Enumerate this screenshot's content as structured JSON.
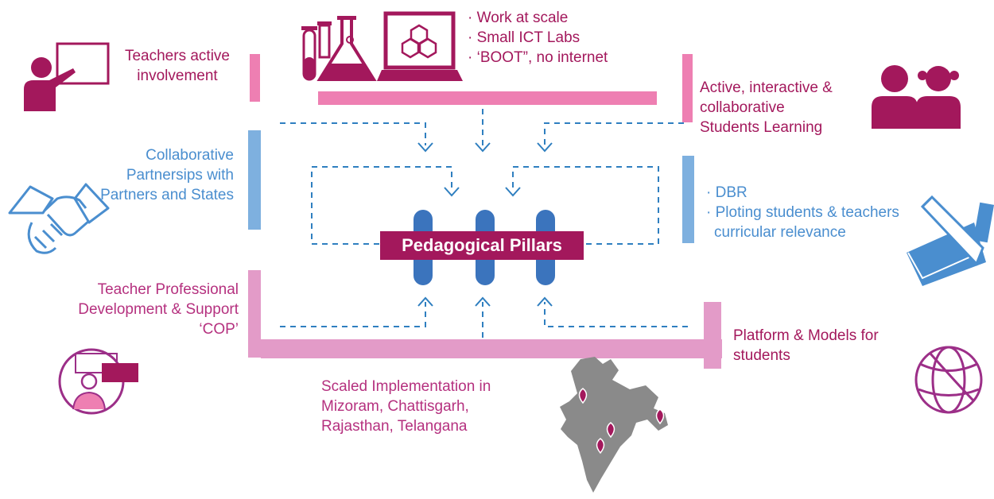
{
  "title": "Pedagogical Pillars",
  "colors": {
    "magenta": "#a3185c",
    "pink_bar": "#ee7fb2",
    "light_pink_bar": "#e39bc8",
    "blue": "#4a8ecf",
    "light_blue_bar": "#7eb0df",
    "pillar_blue": "#3b74bd",
    "dash_blue": "#2f7fc0",
    "purple": "#9c2f88"
  },
  "labels": {
    "teachers_involvement": [
      "Teachers active",
      "involvement"
    ],
    "ict_bullets": [
      "· Work at scale",
      "· Small ICT Labs",
      "· ‘BOOT”, no internet"
    ],
    "students_learning": [
      "Active, interactive &",
      "collaborative",
      "Students Learning"
    ],
    "partnerships": [
      "Collaborative",
      "Partnersips with",
      "Partners and States"
    ],
    "dbr_bullets": [
      "· DBR",
      "· Ploting students & teachers",
      "curricular relevance"
    ],
    "teacher_development": [
      "Teacher Professional",
      "Development & Support",
      "‘COP’"
    ],
    "platform_models": [
      "Platform & Models for",
      "students"
    ],
    "scaled_implementation": [
      "Scaled Implementation in",
      "Mizoram, Chattisgarh,",
      "Rajasthan, Telangana"
    ]
  },
  "icons": [
    "teacher-board-icon",
    "lab-flask-icon",
    "laptop-icon",
    "students-icon",
    "handshake-icon",
    "book-pencil-icon",
    "online-teacher-icon",
    "globe-icon",
    "india-map-icon",
    "map-pin-icon"
  ]
}
